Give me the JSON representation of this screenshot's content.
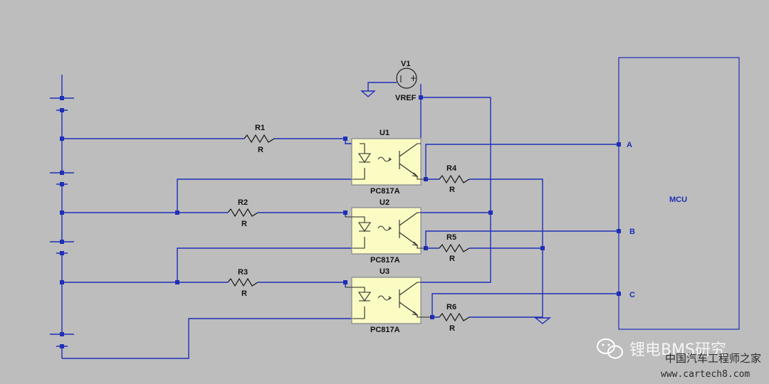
{
  "labels": {
    "v1": "V1",
    "vref": "VREF",
    "r1": "R1",
    "r1_value": "R",
    "r2": "R2",
    "r2_value": "R",
    "r3": "R3",
    "r3_value": "R",
    "r4": "R4",
    "r4_value": "R",
    "r5": "R5",
    "r5_value": "R",
    "r6": "R6",
    "r6_value": "R",
    "u1": "U1",
    "u1_part": "PC817A",
    "u2": "U2",
    "u2_part": "PC817A",
    "u3": "U3",
    "u3_part": "PC817A",
    "mcu": "MCU",
    "pin_a": "A",
    "pin_b": "B",
    "pin_c": "C"
  },
  "watermark": {
    "channel": "锂电BMS研究",
    "site_name": "中国汽车工程师之家",
    "site_url": "www.cartech8.com"
  },
  "colors": {
    "background": "#bdbdbd",
    "wire": "#1f2fb8",
    "optocoupler_fill": "#fbfbc4"
  }
}
